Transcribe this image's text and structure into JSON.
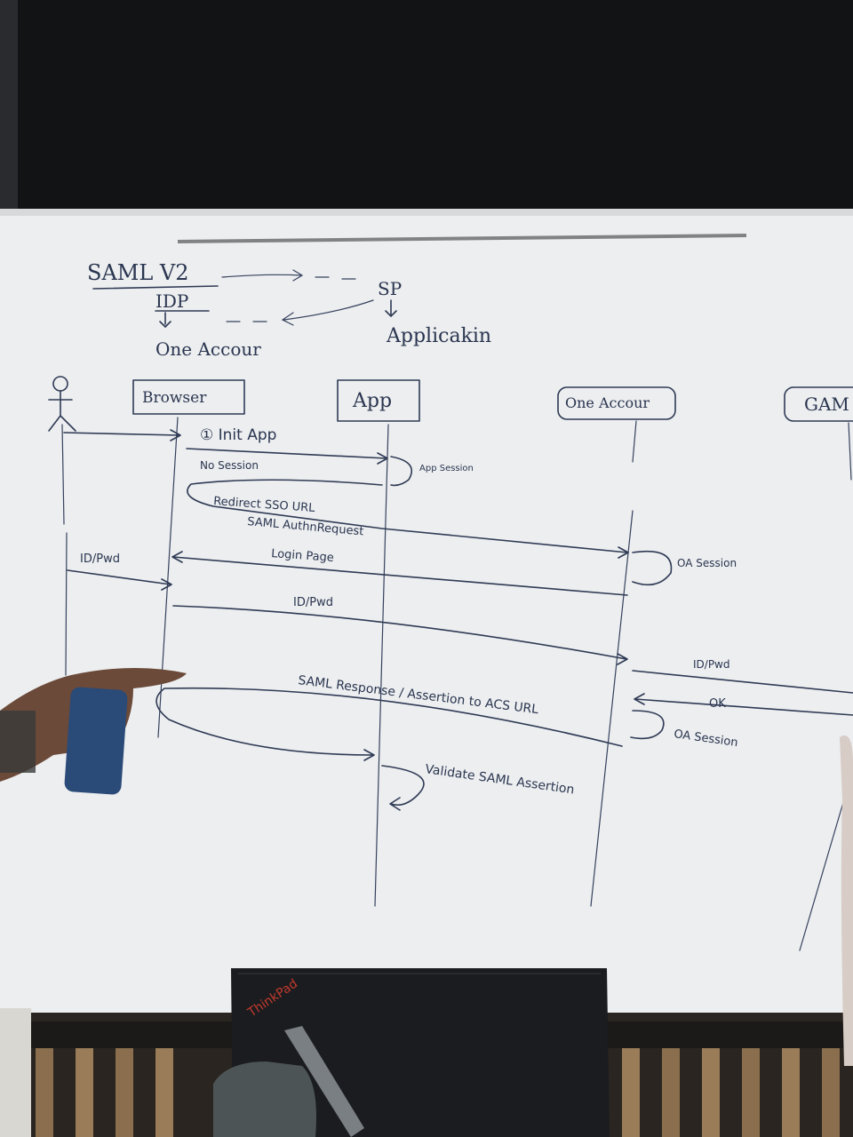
{
  "whiteboard": {
    "title": "SAML V2",
    "idp_label": "IDP",
    "sp_label": "SP",
    "idp_value": "One Accour",
    "sp_value": "Applicakin"
  },
  "participants": {
    "browser": "Browser",
    "app": "App",
    "one_account": "One Accour",
    "gam": "GAM"
  },
  "messages": {
    "m1": "① Init App",
    "m2": "No Session",
    "m3": "App Session",
    "m4": "Redirect SSO URL",
    "m5": "SAML AuthnRequest",
    "m6": "Login Page",
    "m7": "ID/Pwd",
    "m8": "OA Session",
    "m9": "ID/Pwd",
    "m10": "ID/Pwd",
    "m11": "OK",
    "m12": "SAML Response / Assertion to ACS URL",
    "m13": "OA Session",
    "m14": "Validate SAML Assertion"
  },
  "laptop": {
    "brand": "ThinkPad"
  },
  "colors": {
    "board": "#eef0f1",
    "ink": "#2f3a55",
    "wall": "#111214",
    "laptop": "#1b1c1f",
    "laptop_brand": "#c23a2e",
    "eraser": "#2a4a78"
  }
}
